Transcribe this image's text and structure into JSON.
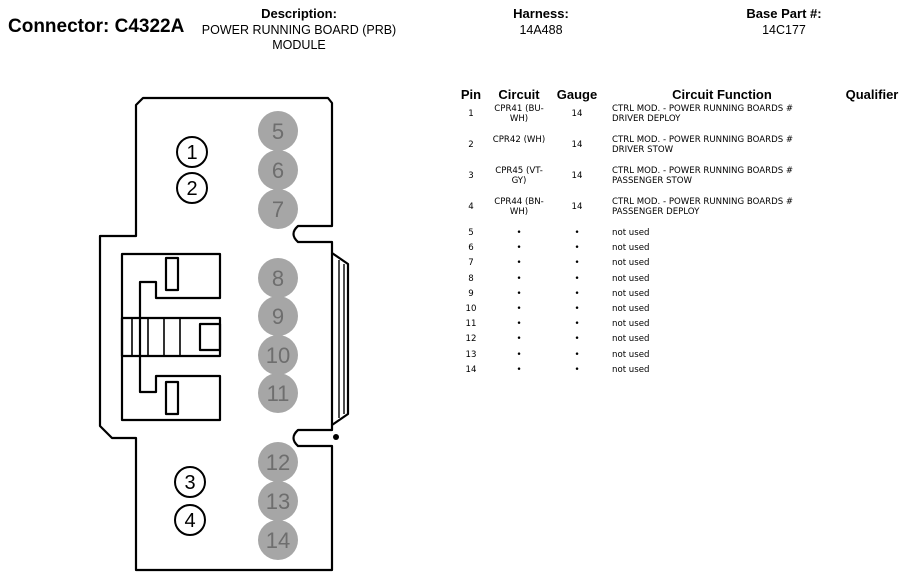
{
  "header": {
    "connector": "Connector: C4322A",
    "description_label": "Description:",
    "description_line1": "POWER RUNNING BOARD (PRB)",
    "description_line2": "MODULE",
    "harness_label": "Harness:",
    "harness_value": "14A488",
    "base_part_label": "Base Part #:",
    "base_part_value": "14C177"
  },
  "connector_face": {
    "pin_labels": [
      "1",
      "2",
      "3",
      "4",
      "5",
      "6",
      "7",
      "8",
      "9",
      "10",
      "11",
      "12",
      "13",
      "14"
    ],
    "colors": {
      "outline": "#000000",
      "unused_cavity_fill": "#a6a6a6",
      "unused_cavity_text": "#6e6e6e",
      "used_cavity_fill": "#ffffff"
    }
  },
  "table": {
    "headers": {
      "pin": "Pin",
      "circuit": "Circuit",
      "gauge": "Gauge",
      "function": "Circuit Function",
      "qualifier": "Qualifier"
    },
    "rows": [
      {
        "pin": "1",
        "circuit_1": "CPR41 (BU-",
        "circuit_2": "WH)",
        "gauge": "14",
        "function_1": "CTRL MOD. - POWER RUNNING BOARDS #",
        "function_2": "DRIVER DEPLOY",
        "qualifier": ""
      },
      {
        "pin": "2",
        "circuit_1": "CPR42 (WH)",
        "circuit_2": "",
        "gauge": "14",
        "function_1": "CTRL MOD. - POWER RUNNING BOARDS #",
        "function_2": "DRIVER STOW",
        "qualifier": ""
      },
      {
        "pin": "3",
        "circuit_1": "CPR45 (VT-",
        "circuit_2": "GY)",
        "gauge": "14",
        "function_1": "CTRL MOD. - POWER RUNNING BOARDS #",
        "function_2": "PASSENGER STOW",
        "qualifier": ""
      },
      {
        "pin": "4",
        "circuit_1": "CPR44 (BN-",
        "circuit_2": "WH)",
        "gauge": "14",
        "function_1": "CTRL MOD. - POWER RUNNING BOARDS #",
        "function_2": "PASSENGER DEPLOY",
        "qualifier": ""
      },
      {
        "pin": "5",
        "circuit_1": "•",
        "circuit_2": "",
        "gauge": "•",
        "function_1": "not used",
        "function_2": "",
        "qualifier": ""
      },
      {
        "pin": "6",
        "circuit_1": "•",
        "circuit_2": "",
        "gauge": "•",
        "function_1": "not used",
        "function_2": "",
        "qualifier": ""
      },
      {
        "pin": "7",
        "circuit_1": "•",
        "circuit_2": "",
        "gauge": "•",
        "function_1": "not used",
        "function_2": "",
        "qualifier": ""
      },
      {
        "pin": "8",
        "circuit_1": "•",
        "circuit_2": "",
        "gauge": "•",
        "function_1": "not used",
        "function_2": "",
        "qualifier": ""
      },
      {
        "pin": "9",
        "circuit_1": "•",
        "circuit_2": "",
        "gauge": "•",
        "function_1": "not used",
        "function_2": "",
        "qualifier": ""
      },
      {
        "pin": "10",
        "circuit_1": "•",
        "circuit_2": "",
        "gauge": "•",
        "function_1": "not used",
        "function_2": "",
        "qualifier": ""
      },
      {
        "pin": "11",
        "circuit_1": "•",
        "circuit_2": "",
        "gauge": "•",
        "function_1": "not used",
        "function_2": "",
        "qualifier": ""
      },
      {
        "pin": "12",
        "circuit_1": "•",
        "circuit_2": "",
        "gauge": "•",
        "function_1": "not used",
        "function_2": "",
        "qualifier": ""
      },
      {
        "pin": "13",
        "circuit_1": "•",
        "circuit_2": "",
        "gauge": "•",
        "function_1": "not used",
        "function_2": "",
        "qualifier": ""
      },
      {
        "pin": "14",
        "circuit_1": "•",
        "circuit_2": "",
        "gauge": "•",
        "function_1": "not used",
        "function_2": "",
        "qualifier": ""
      }
    ]
  }
}
